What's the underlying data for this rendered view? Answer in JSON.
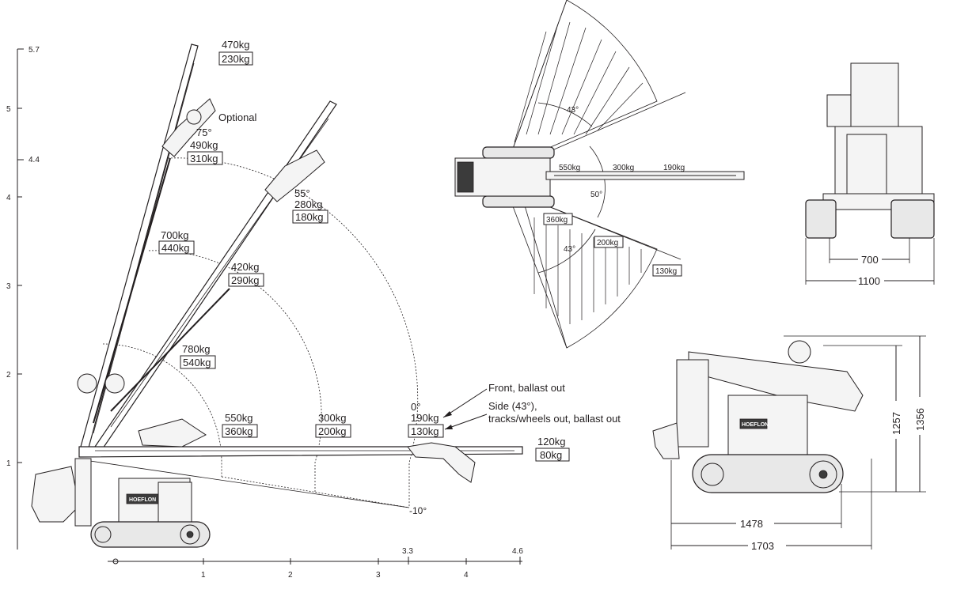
{
  "side_view": {
    "y_ticks": [
      "1",
      "2",
      "3",
      "4",
      "5"
    ],
    "y_extra_ticks": [
      "4.4",
      "5.7"
    ],
    "x_ticks": [
      "1",
      "2",
      "3",
      "4"
    ],
    "x_extra_ticks": [
      "3.3",
      "4.6"
    ],
    "optional_label": "Optional",
    "boom_positions": [
      {
        "angle": "75°",
        "front": "490kg",
        "side": "310kg",
        "tip_front": "470kg",
        "tip_side": "230kg",
        "mid_front": "700kg",
        "mid_side": "440kg",
        "low_front": "780kg",
        "low_side": "540kg"
      },
      {
        "angle": "55°",
        "front": "280kg",
        "side": "180kg",
        "mid_front": "420kg",
        "mid_side": "290kg"
      },
      {
        "angle": "0°",
        "front": "190kg",
        "side": "130kg",
        "r1_front": "550kg",
        "r1_side": "360kg",
        "r2_front": "300kg",
        "r2_side": "200kg",
        "tip_front": "120kg",
        "tip_side": "80kg"
      }
    ],
    "minus_angle": "-10°",
    "legend": {
      "front": "Front, ballast out",
      "side_line1": "Side (43°),",
      "side_line2": "tracks/wheels out, ballast out"
    },
    "brand": "HOEFLON"
  },
  "top_view": {
    "angle_top": "43°",
    "angle_bottom": "43°",
    "angle_mid": "50°",
    "loads": [
      "550kg",
      "300kg",
      "190kg"
    ],
    "side_loads": [
      "360kg",
      "200kg",
      "130kg"
    ]
  },
  "front_view": {
    "dim_inner": "700",
    "dim_outer": "1100"
  },
  "compact_view": {
    "dim_length_short": "1478",
    "dim_length_long": "1703",
    "dim_height_low": "1257",
    "dim_height_high": "1356",
    "brand": "HOEFLON"
  }
}
